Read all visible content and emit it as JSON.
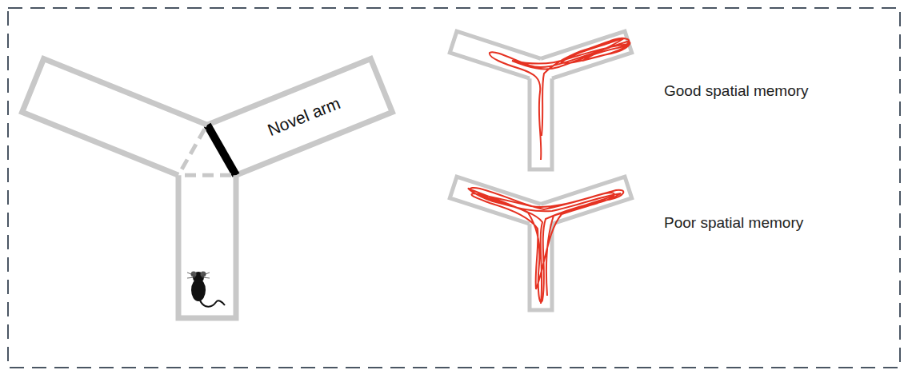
{
  "diagram": {
    "nodes": [
      {
        "text": [
          "Novel arm"
        ]
      }
    ],
    "labels": [
      "Good spatial memory",
      "Poor spatial memory"
    ]
  }
}
